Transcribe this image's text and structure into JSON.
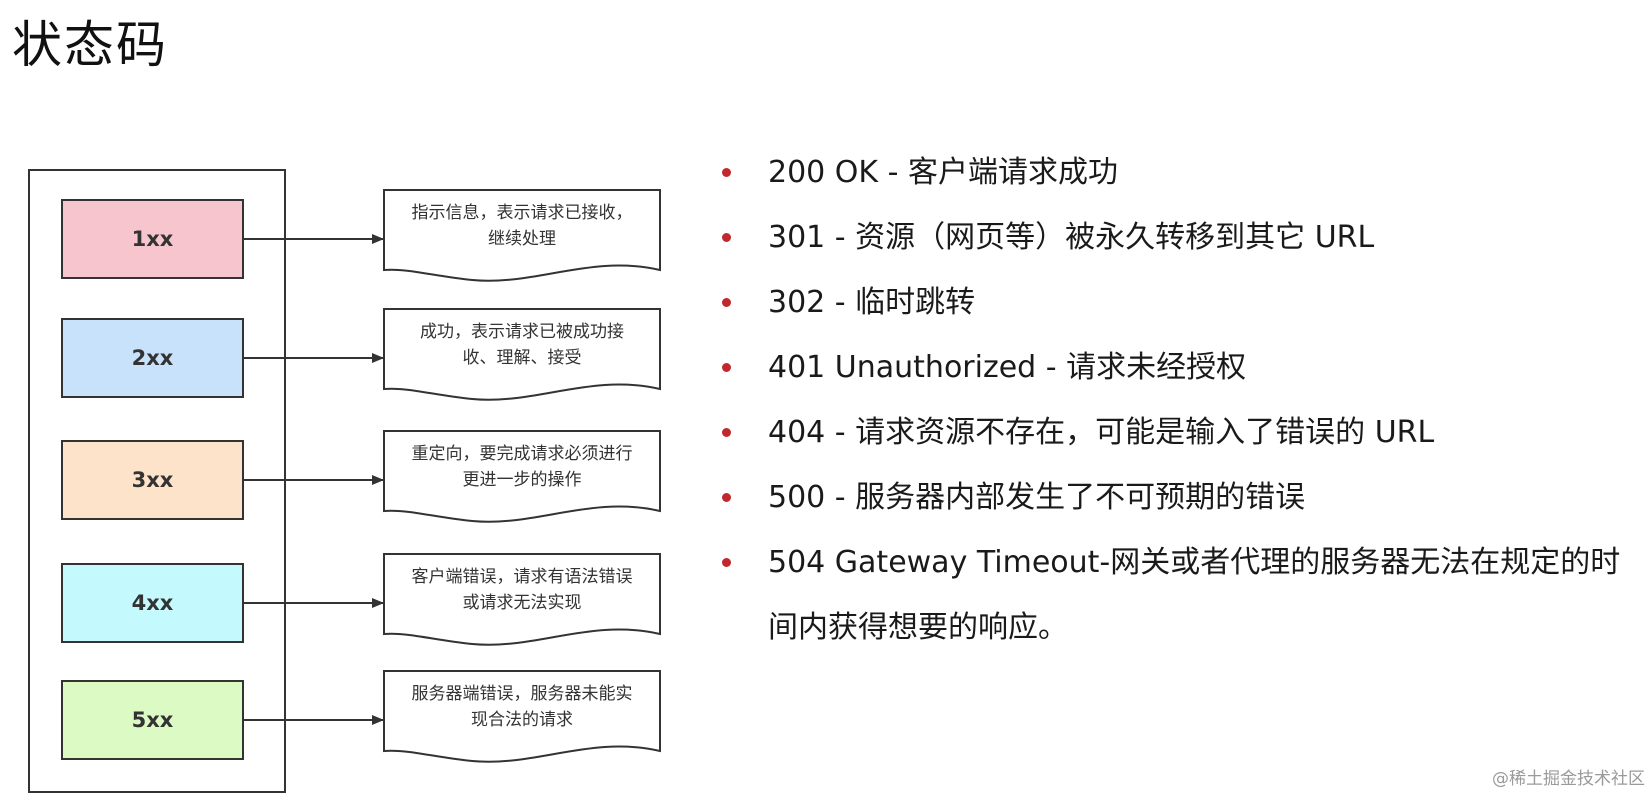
{
  "title": "状态码",
  "codes": [
    {
      "label": "1xx",
      "color": "#f7c5cd",
      "description_lines": [
        "指示信息，表示请求已接收，",
        "继续处理"
      ]
    },
    {
      "label": "2xx",
      "color": "#c8e2fb",
      "description_lines": [
        "成功，表示请求已被成功接",
        "收、理解、接受"
      ]
    },
    {
      "label": "3xx",
      "color": "#fde3ca",
      "description_lines": [
        "重定向，要完成请求必须进行",
        "更进一步的操作"
      ]
    },
    {
      "label": "4xx",
      "color": "#c4fafd",
      "description_lines": [
        "客户端错误，请求有语法错误",
        "或请求无法实现"
      ]
    },
    {
      "label": "5xx",
      "color": "#dcfbc4",
      "description_lines": [
        "服务器端错误，服务器未能实",
        "现合法的请求"
      ]
    }
  ],
  "bullets": [
    "200 OK - 客户端请求成功",
    "301 - 资源（网页等）被永久转移到其它 URL",
    "302 - 临时跳转",
    "401 Unauthorized - 请求未经授权",
    "404 - 请求资源不存在，可能是输入了错误的 URL",
    "500 - 服务器内部发生了不可预期的错误",
    "504 Gateway Timeout-网关或者代理的服务器无法在规定的时间内获得想要的响应。"
  ],
  "colors": {
    "bullet": "#c0282d",
    "outline": "#333333"
  },
  "watermark": "@稀土掘金技术社区"
}
